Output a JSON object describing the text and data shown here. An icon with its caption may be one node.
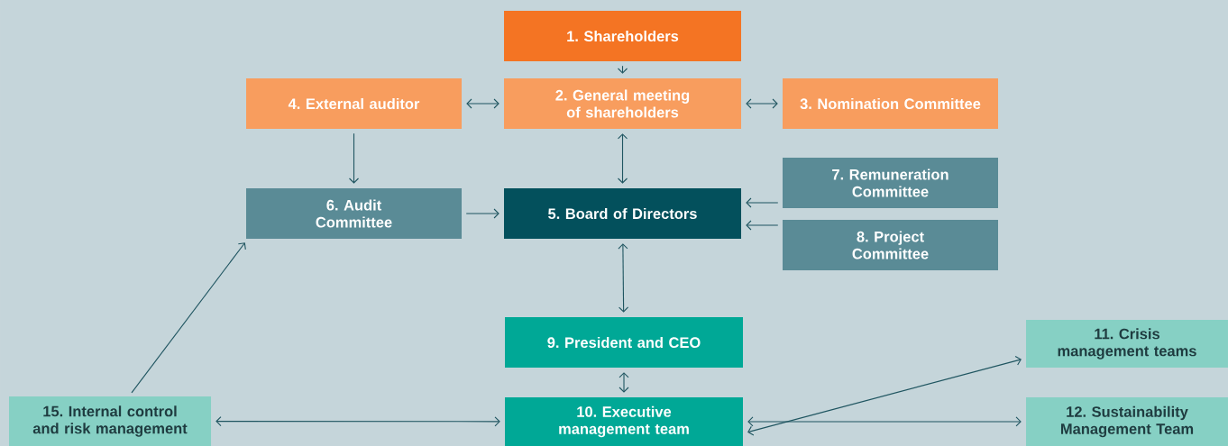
{
  "diagram": {
    "nodes": [
      {
        "text": [
          "1. Shareholders"
        ]
      },
      {
        "text": [
          "2. General meeting of shareholders"
        ]
      },
      {
        "text": [
          "3. Nomination Committee"
        ]
      },
      {
        "text": [
          "4. External auditor"
        ]
      },
      {
        "text": [
          "5. Board of Directors"
        ]
      },
      {
        "text": [
          "6. Audit Committee"
        ]
      },
      {
        "text": [
          "7. Remuneration Committee"
        ]
      },
      {
        "text": [
          "8. Project Committee"
        ]
      },
      {
        "text": [
          "9. President and CEO"
        ]
      },
      {
        "text": [
          "10. Executive management team"
        ]
      },
      {
        "text": [
          "11. Crisis management teams"
        ]
      },
      {
        "text": [
          "12. Sustainability Management Team"
        ]
      },
      {
        "text": [
          "15. Internal control and risk management"
        ]
      }
    ],
    "edges": [
      {
        "from": 0,
        "to": 1,
        "arrow": "to"
      },
      {
        "from": 3,
        "to": 1,
        "arrow": "both"
      },
      {
        "from": 1,
        "to": 2,
        "arrow": "both"
      },
      {
        "from": 3,
        "to": 5,
        "arrow": "to"
      },
      {
        "from": 1,
        "to": 4,
        "arrow": "both"
      },
      {
        "from": 5,
        "to": 4,
        "arrow": "to"
      },
      {
        "from": 6,
        "to": 4,
        "arrow": "to"
      },
      {
        "from": 7,
        "to": 4,
        "arrow": "to"
      },
      {
        "from": 4,
        "to": 8,
        "arrow": "both"
      },
      {
        "from": 8,
        "to": 9,
        "arrow": "both"
      },
      {
        "from": 9,
        "to": 10,
        "arrow": "both"
      },
      {
        "from": 12,
        "to": 9,
        "arrow": "both"
      },
      {
        "from": 9,
        "to": 11,
        "arrow": "both"
      },
      {
        "from": 12,
        "to": 5,
        "arrow": "to"
      }
    ]
  }
}
